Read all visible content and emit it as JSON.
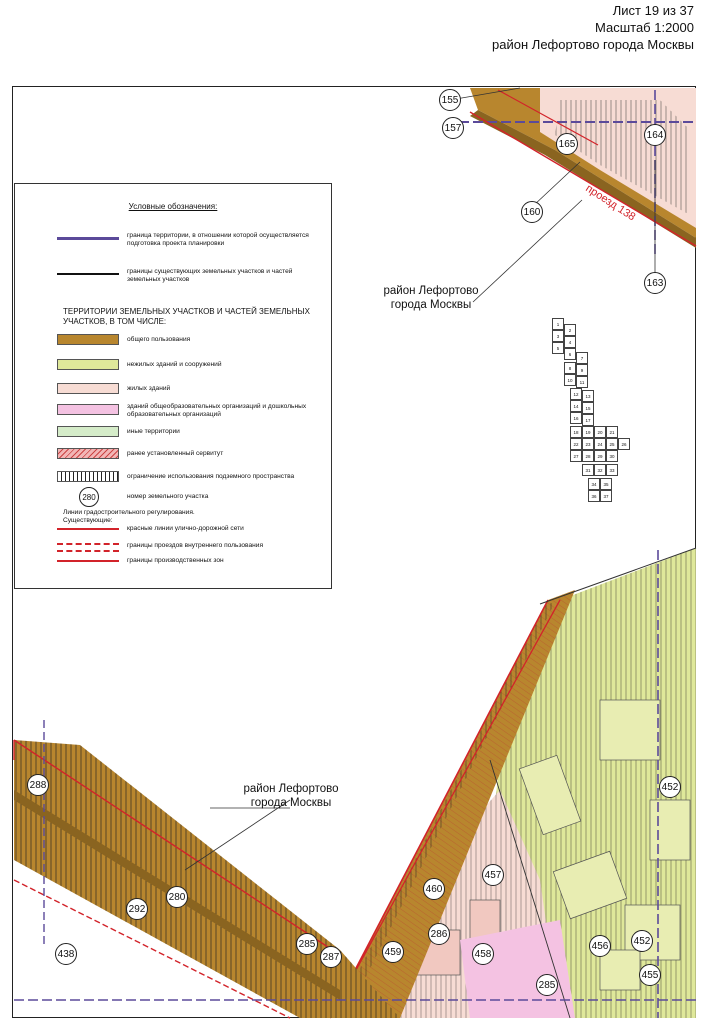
{
  "header": {
    "sheet": "Лист 19 из 37",
    "scale": "Масштаб 1:2000",
    "district": "район Лефортово города Москвы"
  },
  "legend": {
    "title": "Условные обозначения:",
    "items": [
      {
        "label": "граница территории, в отношении которой осуществляется подготовка проекта планировки"
      },
      {
        "label": "границы существующих земельных участков и частей земельных участков"
      }
    ],
    "heading": "ТЕРРИТОРИИ ЗЕМЕЛЬНЫХ УЧАСТКОВ И ЧАСТЕЙ ЗЕМЕЛЬНЫХ УЧАСТКОВ, В ТОМ ЧИСЛЕ:",
    "zones": [
      {
        "label": "общего пользования",
        "color": "#b8862e"
      },
      {
        "label": "нежилых зданий и сооружений",
        "color": "#dfe89a"
      },
      {
        "label": "жилых зданий",
        "color": "#f7dcd4"
      },
      {
        "label": "зданий общеобразовательных организаций и дошкольных образовательных организаций",
        "color": "#f4c2e2"
      },
      {
        "label": "иные территории",
        "color": "#d5ecc9"
      },
      {
        "label": "ранее установленный сервитут",
        "color": "#f2b6b6"
      },
      {
        "label": "ограничение использования подземного пространства",
        "color": "#ffffff"
      }
    ],
    "parcel_sample": "280",
    "parcel_label": "номер земельного участка",
    "regulation_heading": "Линии градостроительного регулирования.",
    "existing": "Существующие:",
    "lines": [
      {
        "label": "красные линии улично-дорожной сети"
      },
      {
        "label": "границы проездов внутреннего пользования"
      },
      {
        "label": "границы производственных зон"
      }
    ]
  },
  "map": {
    "district_label_1": "район Лефортово",
    "district_label_2": "города Москвы",
    "street": "проезд 138",
    "parcels": [
      "155",
      "157",
      "165",
      "164",
      "160",
      "163",
      "288",
      "280",
      "292",
      "438",
      "285",
      "287",
      "459",
      "458",
      "460",
      "286",
      "457",
      "285",
      "456",
      "452",
      "455",
      "452"
    ]
  },
  "keymap": {
    "numbers": [
      "1",
      "2",
      "3",
      "4",
      "5",
      "6",
      "7",
      "8",
      "9",
      "10",
      "11",
      "12",
      "13",
      "14",
      "15",
      "16",
      "17",
      "18",
      "19",
      "20",
      "21",
      "22",
      "23",
      "24",
      "25",
      "26",
      "27",
      "28",
      "29",
      "30",
      "31",
      "32",
      "33",
      "34",
      "35",
      "36",
      "37"
    ]
  },
  "colors": {
    "public": "#b8862e",
    "nonres": "#dfe89a",
    "residential": "#f7dcd4",
    "school": "#f4c2e2",
    "red_line": "#d2232a",
    "boundary": "#5b4a9a"
  }
}
